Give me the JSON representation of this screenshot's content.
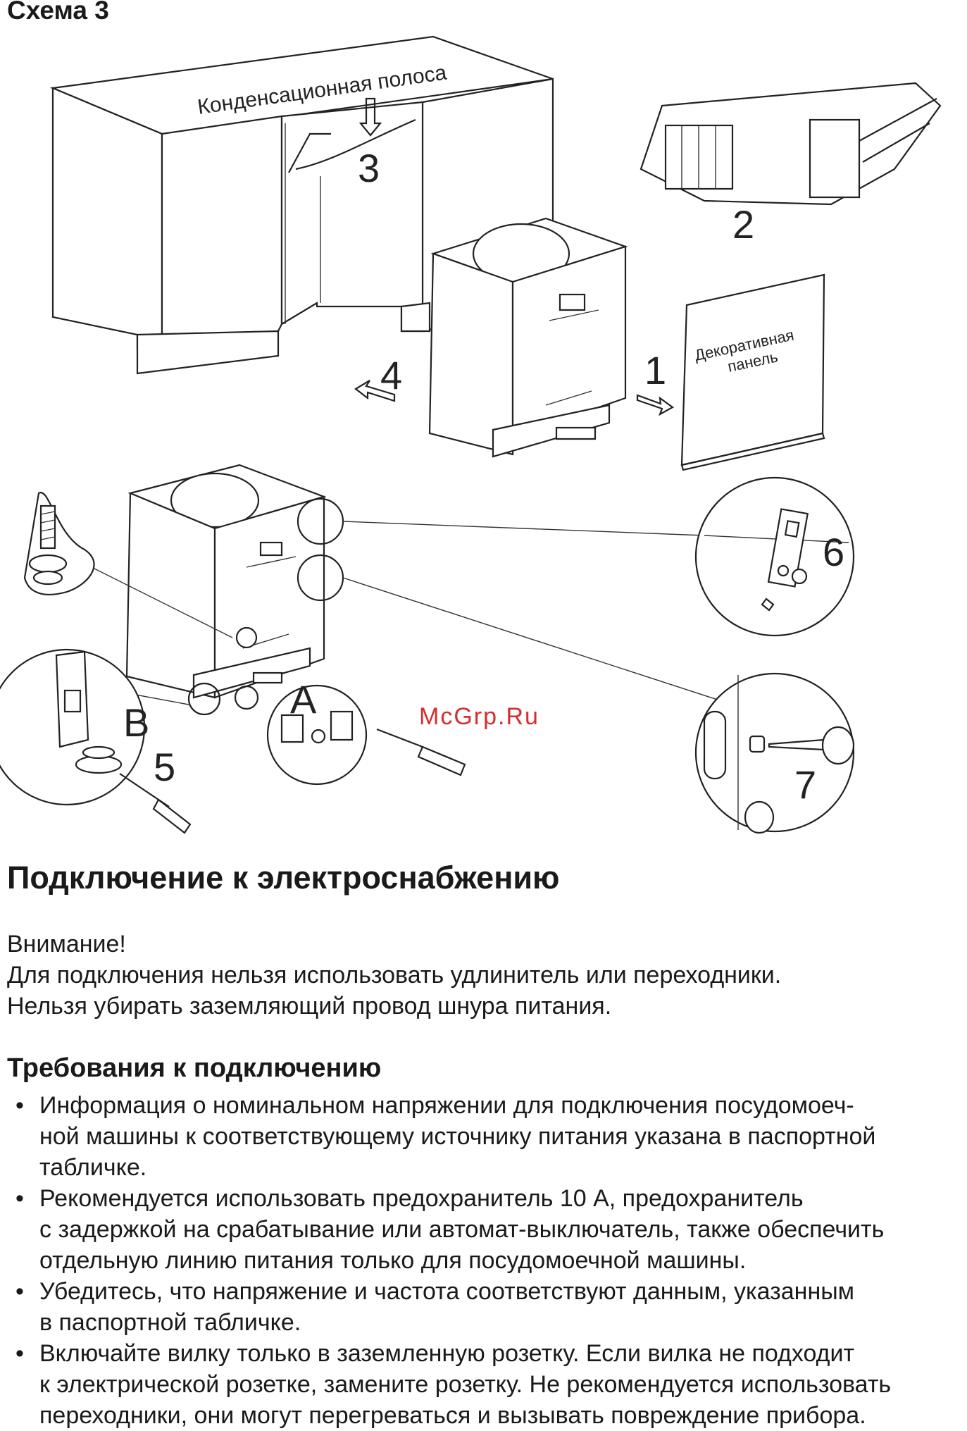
{
  "header": {
    "scheme_title": "Схема 3"
  },
  "diagram": {
    "condensation_label": "Конденсационная полоса",
    "decor_panel_line1": "Декоративная",
    "decor_panel_line2": "панель",
    "step_numbers": [
      "1",
      "2",
      "3",
      "4",
      "5",
      "6",
      "7"
    ],
    "point_a": "A",
    "point_b": "B",
    "watermark": "McGrp.Ru",
    "watermark_color": "#d32f2f"
  },
  "power": {
    "title": "Подключение к электроснабжению",
    "warning_title": "Внимание!",
    "warning_lines": [
      "Для подключения нельзя использовать удлинитель или переходники.",
      "Нельзя убирать заземляющий провод шнура питания."
    ]
  },
  "requirements": {
    "title": "Требования к подключению",
    "items": [
      "Информация о номинальном напряжении для подключения посудомоеч-\nной машины к соответствующему источнику питания указана в паспортной\nтабличке.",
      "Рекомендуется использовать предохранитель 10 А, предохранитель\nс задержкой на срабатывание или автомат-выключатель, также обеспечить\nотдельную линию питания только для посудомоечной машины.",
      "Убедитесь, что напряжение и частота соответствуют данным, указанным\nв паспортной табличке.",
      "Включайте вилку только в заземленную розетку. Если вилка не подходит\nк электрической розетке, замените розетку. Не рекомендуется использовать\nпереходники, они могут перегреваться и вызывать повреждение прибора."
    ]
  }
}
